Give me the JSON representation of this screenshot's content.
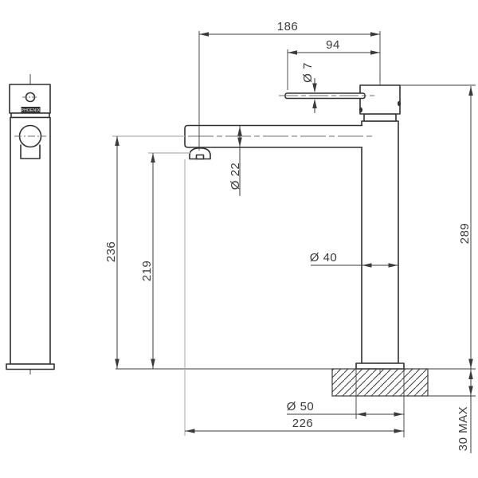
{
  "drawing": {
    "type": "technical-dimension-drawing",
    "subject": "tall basin mixer tap, front view and side view with installation dimensions",
    "logo": "PHOENIX",
    "dims": {
      "spout_reach": "186",
      "handle_length": "94",
      "handle_dia": "Ø 7",
      "spout_dia": "Ø 22",
      "spout_height": "236",
      "aerator_height": "219",
      "overall_height": "289",
      "body_dia": "Ø 40",
      "base_dia": "Ø 50",
      "overall_reach": "226",
      "counter_thickness": "30 MAX"
    },
    "colors": {
      "line": "#303030",
      "dimension": "#3b3b3b",
      "extension_grey": "#b0b0b0",
      "background": "#ffffff"
    }
  }
}
